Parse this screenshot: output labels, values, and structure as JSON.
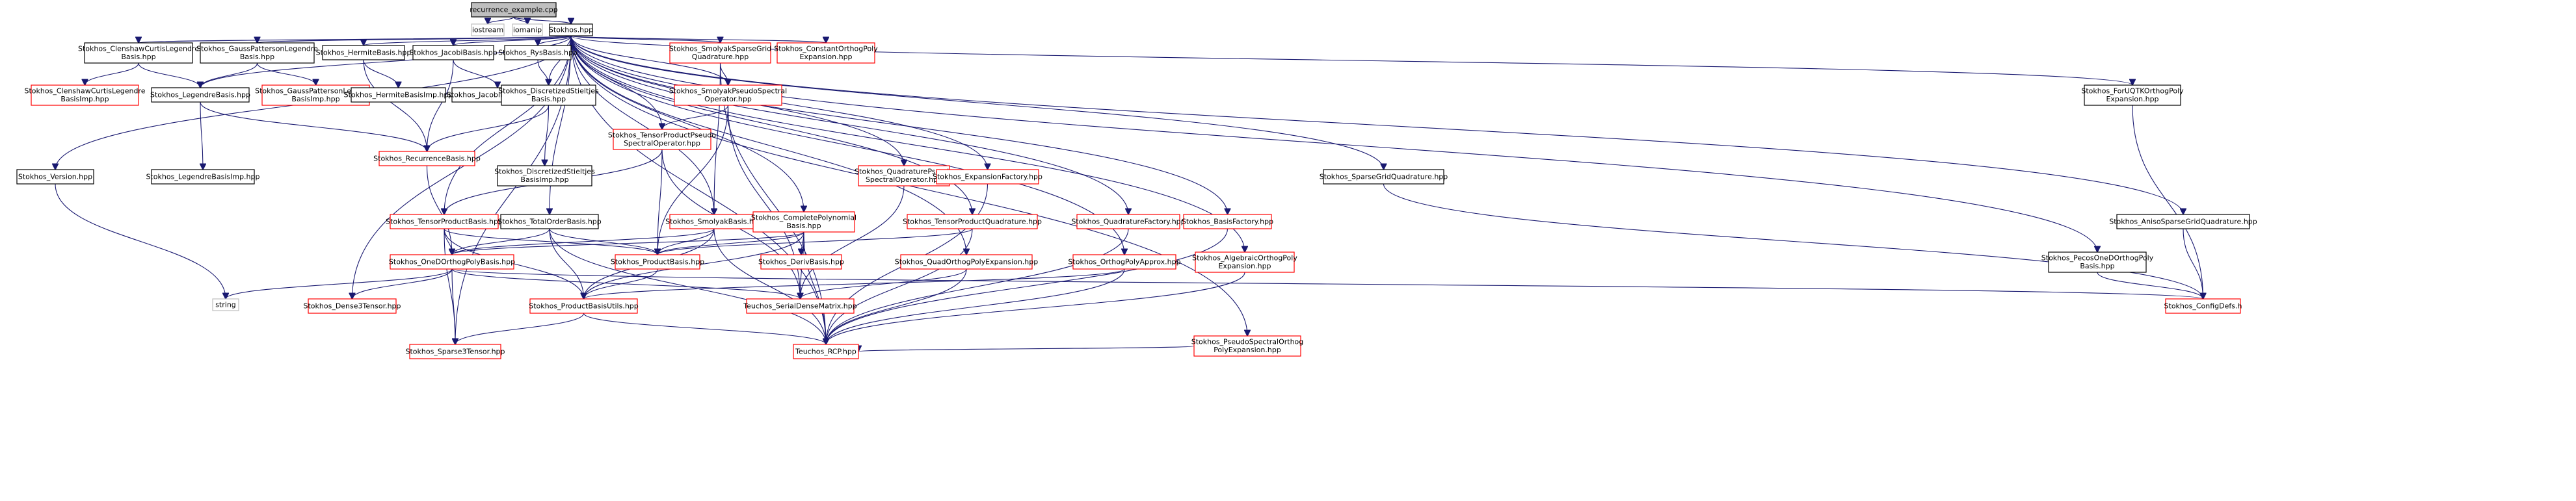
{
  "graph": {
    "title": "",
    "colors": {
      "edge": "#191970",
      "root_fill": "#bfbfbf",
      "root_border": "#000000",
      "system_border": "#bfbfbf",
      "documented_border": "#000000",
      "missing_border": "#ff0000",
      "fill": "#ffffff"
    },
    "nodes": [
      {
        "id": "root",
        "lines": [
          "recurrence_example.cpp"
        ],
        "kind": "root"
      },
      {
        "id": "iostream",
        "lines": [
          "iostream"
        ],
        "kind": "system"
      },
      {
        "id": "iomanip",
        "lines": [
          "iomanip"
        ],
        "kind": "system"
      },
      {
        "id": "stokhos",
        "lines": [
          "Stokhos.hpp"
        ],
        "kind": "doc"
      },
      {
        "id": "ccbasis",
        "lines": [
          "Stokhos_ClenshawCurtisLegendre",
          "Basis.hpp"
        ],
        "kind": "doc"
      },
      {
        "id": "gpbasis",
        "lines": [
          "Stokhos_GaussPattersonLegendre",
          "Basis.hpp"
        ],
        "kind": "doc"
      },
      {
        "id": "hermite",
        "lines": [
          "Stokhos_HermiteBasis.hpp"
        ],
        "kind": "doc"
      },
      {
        "id": "jacobi",
        "lines": [
          "Stokhos_JacobiBasis.hpp"
        ],
        "kind": "doc"
      },
      {
        "id": "rys",
        "lines": [
          "Stokhos_RysBasis.hpp"
        ],
        "kind": "doc"
      },
      {
        "id": "smolyakquad",
        "lines": [
          "Stokhos_SmolyakSparseGrid",
          "Quadrature.hpp"
        ],
        "kind": "missing"
      },
      {
        "id": "constant",
        "lines": [
          "Stokhos_ConstantOrthogPoly",
          "Expansion.hpp"
        ],
        "kind": "missing"
      },
      {
        "id": "forujtk",
        "lines": [
          "Stokhos_ForUQTKOrthogPoly",
          "Expansion.hpp"
        ],
        "kind": "doc"
      },
      {
        "id": "ccimp",
        "lines": [
          "Stokhos_ClenshawCurtisLegendre",
          "BasisImp.hpp"
        ],
        "kind": "missing"
      },
      {
        "id": "legendre",
        "lines": [
          "Stokhos_LegendreBasis.hpp"
        ],
        "kind": "doc"
      },
      {
        "id": "gpimp",
        "lines": [
          "Stokhos_GaussPattersonLegendre",
          "BasisImp.hpp"
        ],
        "kind": "missing"
      },
      {
        "id": "hermiteimp",
        "lines": [
          "Stokhos_HermiteBasisImp.hpp"
        ],
        "kind": "doc"
      },
      {
        "id": "jacobiimp",
        "lines": [
          "Stokhos_JacobiBasisImp.hpp"
        ],
        "kind": "doc"
      },
      {
        "id": "discstieltjes",
        "lines": [
          "Stokhos_DiscretizedStieltjes",
          "Basis.hpp"
        ],
        "kind": "doc"
      },
      {
        "id": "smolyakpseudo",
        "lines": [
          "Stokhos_SmolyakPseudoSpectral",
          "Operator.hpp"
        ],
        "kind": "missing"
      },
      {
        "id": "version",
        "lines": [
          "Stokhos_Version.hpp"
        ],
        "kind": "doc"
      },
      {
        "id": "legendreimp",
        "lines": [
          "Stokhos_LegendreBasisImp.hpp"
        ],
        "kind": "doc"
      },
      {
        "id": "recurrence",
        "lines": [
          "Stokhos_RecurrenceBasis.hpp"
        ],
        "kind": "missing"
      },
      {
        "id": "discstieltjesimp",
        "lines": [
          "Stokhos_DiscretizedStieltjes",
          "BasisImp.hpp"
        ],
        "kind": "doc"
      },
      {
        "id": "tppseudo",
        "lines": [
          "Stokhos_TensorProductPseudo",
          "SpectralOperator.hpp"
        ],
        "kind": "missing"
      },
      {
        "id": "quadpseudo",
        "lines": [
          "Stokhos_QuadraturePseudo",
          "SpectralOperator.hpp"
        ],
        "kind": "missing"
      },
      {
        "id": "expfactory",
        "lines": [
          "Stokhos_ExpansionFactory.hpp"
        ],
        "kind": "missing"
      },
      {
        "id": "sparsegridquad",
        "lines": [
          "Stokhos_SparseGridQuadrature.hpp"
        ],
        "kind": "doc"
      },
      {
        "id": "tpbasis",
        "lines": [
          "Stokhos_TensorProductBasis.hpp"
        ],
        "kind": "missing"
      },
      {
        "id": "totalorder",
        "lines": [
          "Stokhos_TotalOrderBasis.hpp"
        ],
        "kind": "doc"
      },
      {
        "id": "smolyakbasis",
        "lines": [
          "Stokhos_SmolyakBasis.hpp"
        ],
        "kind": "missing"
      },
      {
        "id": "completepoly",
        "lines": [
          "Stokhos_CompletePolynomial",
          "Basis.hpp"
        ],
        "kind": "missing"
      },
      {
        "id": "tpquad",
        "lines": [
          "Stokhos_TensorProductQuadrature.hpp"
        ],
        "kind": "missing"
      },
      {
        "id": "quadfactory",
        "lines": [
          "Stokhos_QuadratureFactory.hpp"
        ],
        "kind": "missing"
      },
      {
        "id": "basisfactory",
        "lines": [
          "Stokhos_BasisFactory.hpp"
        ],
        "kind": "missing"
      },
      {
        "id": "anisosparse",
        "lines": [
          "Stokhos_AnisoSparseGridQuadrature.hpp"
        ],
        "kind": "doc"
      },
      {
        "id": "oned",
        "lines": [
          "Stokhos_OneDOrthogPolyBasis.hpp"
        ],
        "kind": "missing"
      },
      {
        "id": "productbasis",
        "lines": [
          "Stokhos_ProductBasis.hpp"
        ],
        "kind": "missing"
      },
      {
        "id": "derivbasis",
        "lines": [
          "Stokhos_DerivBasis.hpp"
        ],
        "kind": "missing"
      },
      {
        "id": "quadorthog",
        "lines": [
          "Stokhos_QuadOrthogPolyExpansion.hpp"
        ],
        "kind": "missing"
      },
      {
        "id": "orthogapprox",
        "lines": [
          "Stokhos_OrthogPolyApprox.hpp"
        ],
        "kind": "missing"
      },
      {
        "id": "algebraic",
        "lines": [
          "Stokhos_AlgebraicOrthogPoly",
          "Expansion.hpp"
        ],
        "kind": "missing"
      },
      {
        "id": "pecos",
        "lines": [
          "Stokhos_PecosOneDOrthogPoly",
          "Basis.hpp"
        ],
        "kind": "doc"
      },
      {
        "id": "string",
        "lines": [
          "string"
        ],
        "kind": "system"
      },
      {
        "id": "dense3",
        "lines": [
          "Stokhos_Dense3Tensor.hpp"
        ],
        "kind": "missing"
      },
      {
        "id": "teuchossdm",
        "lines": [
          "Teuchos_SerialDenseMatrix.hpp"
        ],
        "kind": "missing"
      },
      {
        "id": "configdefs",
        "lines": [
          "Stokhos_ConfigDefs.h"
        ],
        "kind": "missing"
      },
      {
        "id": "pbutils",
        "lines": [
          "Stokhos_ProductBasisUtils.hpp"
        ],
        "kind": "missing"
      },
      {
        "id": "pseudospectral",
        "lines": [
          "Stokhos_PseudoSpectralOrthog",
          "PolyExpansion.hpp"
        ],
        "kind": "missing"
      },
      {
        "id": "sparse3",
        "lines": [
          "Stokhos_Sparse3Tensor.hpp"
        ],
        "kind": "missing"
      },
      {
        "id": "teuchosrcp",
        "lines": [
          "Teuchos_RCP.hpp"
        ],
        "kind": "missing"
      }
    ],
    "edges": [
      [
        "root",
        "iostream"
      ],
      [
        "root",
        "iomanip"
      ],
      [
        "root",
        "stokhos"
      ],
      [
        "stokhos",
        "ccbasis"
      ],
      [
        "stokhos",
        "gpbasis"
      ],
      [
        "stokhos",
        "hermite"
      ],
      [
        "stokhos",
        "jacobi"
      ],
      [
        "stokhos",
        "rys"
      ],
      [
        "stokhos",
        "smolyakquad"
      ],
      [
        "stokhos",
        "constant"
      ],
      [
        "stokhos",
        "forujtk"
      ],
      [
        "stokhos",
        "legendre"
      ],
      [
        "stokhos",
        "discstieltjes"
      ],
      [
        "stokhos",
        "smolyakpseudo"
      ],
      [
        "stokhos",
        "version"
      ],
      [
        "stokhos",
        "tppseudo"
      ],
      [
        "stokhos",
        "quadpseudo"
      ],
      [
        "stokhos",
        "expfactory"
      ],
      [
        "stokhos",
        "sparsegridquad"
      ],
      [
        "stokhos",
        "tpbasis"
      ],
      [
        "stokhos",
        "totalorder"
      ],
      [
        "stokhos",
        "smolyakbasis"
      ],
      [
        "stokhos",
        "completepoly"
      ],
      [
        "stokhos",
        "tpquad"
      ],
      [
        "stokhos",
        "quadfactory"
      ],
      [
        "stokhos",
        "basisfactory"
      ],
      [
        "stokhos",
        "anisosparse"
      ],
      [
        "stokhos",
        "quadorthog"
      ],
      [
        "stokhos",
        "orthogapprox"
      ],
      [
        "stokhos",
        "algebraic"
      ],
      [
        "stokhos",
        "pecos"
      ],
      [
        "stokhos",
        "dense3"
      ],
      [
        "stokhos",
        "pseudospectral"
      ],
      [
        "stokhos",
        "sparse3"
      ],
      [
        "stokhos",
        "teuchosrcp"
      ],
      [
        "ccbasis",
        "ccimp"
      ],
      [
        "ccbasis",
        "legendre"
      ],
      [
        "gpbasis",
        "legendre"
      ],
      [
        "gpbasis",
        "gpimp"
      ],
      [
        "hermite",
        "hermiteimp"
      ],
      [
        "hermite",
        "recurrence"
      ],
      [
        "jacobi",
        "jacobiimp"
      ],
      [
        "jacobi",
        "recurrence"
      ],
      [
        "rys",
        "discstieltjes"
      ],
      [
        "legendre",
        "legendreimp"
      ],
      [
        "legendre",
        "recurrence"
      ],
      [
        "discstieltjes",
        "recurrence"
      ],
      [
        "discstieltjes",
        "discstieltjesimp"
      ],
      [
        "smolyakquad",
        "smolyakpseudo"
      ],
      [
        "smolyakquad",
        "smolyakbasis"
      ],
      [
        "smolyakquad",
        "teuchosrcp"
      ],
      [
        "smolyakpseudo",
        "tppseudo"
      ],
      [
        "smolyakpseudo",
        "teuchossdm"
      ],
      [
        "smolyakpseudo",
        "productbasis"
      ],
      [
        "tppseudo",
        "tpbasis"
      ],
      [
        "tppseudo",
        "teuchossdm"
      ],
      [
        "tppseudo",
        "productbasis"
      ],
      [
        "recurrence",
        "oned"
      ],
      [
        "version",
        "string"
      ],
      [
        "tpbasis",
        "oned"
      ],
      [
        "tpbasis",
        "productbasis"
      ],
      [
        "tpbasis",
        "pbutils"
      ],
      [
        "tpbasis",
        "sparse3"
      ],
      [
        "totalorder",
        "oned"
      ],
      [
        "totalorder",
        "productbasis"
      ],
      [
        "totalorder",
        "pbutils"
      ],
      [
        "totalorder",
        "teuchosrcp"
      ],
      [
        "smolyakbasis",
        "oned"
      ],
      [
        "smolyakbasis",
        "productbasis"
      ],
      [
        "smolyakbasis",
        "pbutils"
      ],
      [
        "smolyakbasis",
        "teuchosrcp"
      ],
      [
        "completepoly",
        "oned"
      ],
      [
        "completepoly",
        "productbasis"
      ],
      [
        "completepoly",
        "derivbasis"
      ],
      [
        "completepoly",
        "pbutils"
      ],
      [
        "completepoly",
        "teuchossdm"
      ],
      [
        "completepoly",
        "teuchosrcp"
      ],
      [
        "tpquad",
        "productbasis"
      ],
      [
        "tpquad",
        "teuchosrcp"
      ],
      [
        "quadpseudo",
        "teuchossdm"
      ],
      [
        "expfactory",
        "teuchosrcp"
      ],
      [
        "quadfactory",
        "teuchosrcp"
      ],
      [
        "basisfactory",
        "teuchosrcp"
      ],
      [
        "sparsegridquad",
        "configdefs"
      ],
      [
        "anisosparse",
        "configdefs"
      ],
      [
        "forujtk",
        "configdefs"
      ],
      [
        "pecos",
        "configdefs"
      ],
      [
        "oned",
        "string"
      ],
      [
        "oned",
        "dense3"
      ],
      [
        "oned",
        "teuchossdm"
      ],
      [
        "oned",
        "sparse3"
      ],
      [
        "oned",
        "configdefs"
      ],
      [
        "productbasis",
        "pbutils"
      ],
      [
        "quadorthog",
        "teuchossdm"
      ],
      [
        "quadorthog",
        "teuchosrcp"
      ],
      [
        "orthogapprox",
        "pbutils"
      ],
      [
        "orthogapprox",
        "teuchosrcp"
      ],
      [
        "algebraic",
        "teuchosrcp"
      ],
      [
        "pseudospectral",
        "teuchosrcp"
      ],
      [
        "pbutils",
        "sparse3"
      ],
      [
        "pbutils",
        "teuchosrcp"
      ]
    ]
  }
}
